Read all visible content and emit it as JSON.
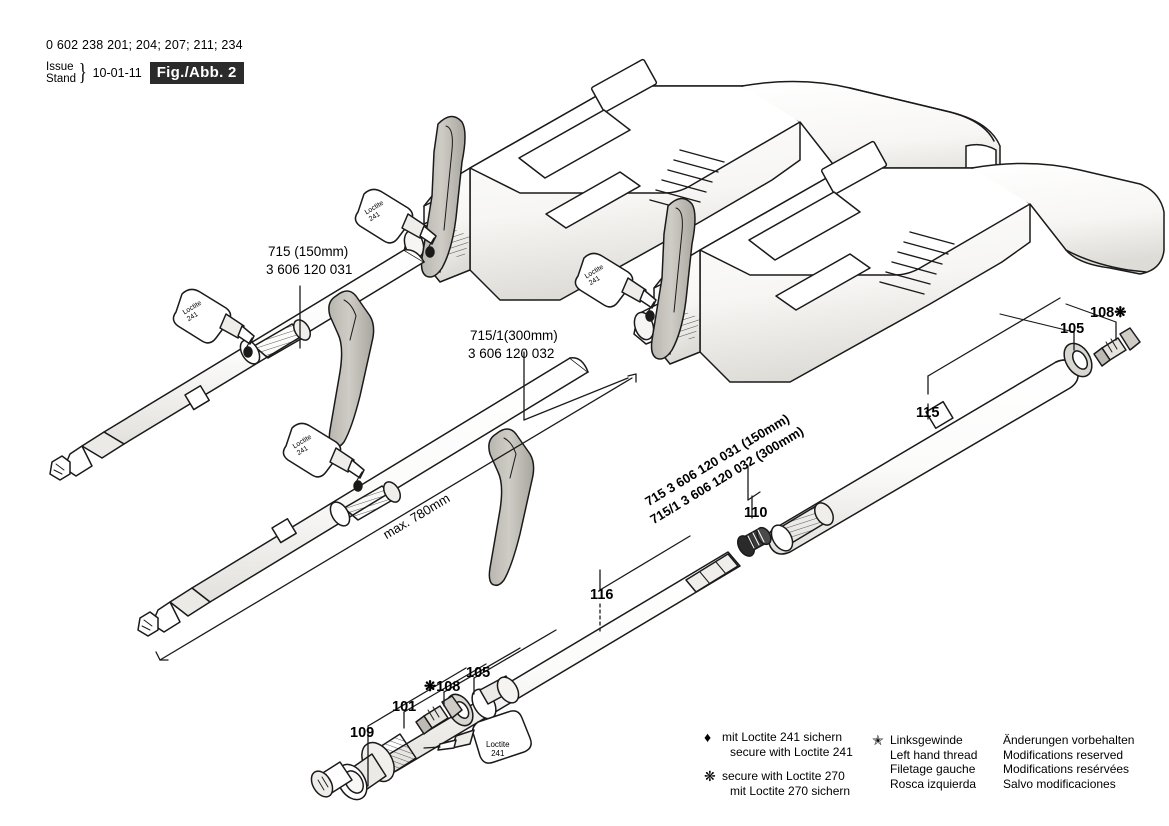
{
  "header": {
    "part_numbers": "0 602 238 201; 204; 207; 211; 234",
    "issue_label": "Issue",
    "stand_label": "Stand",
    "brace": "}",
    "date": "10-01-11",
    "figure_badge": "Fig./Abb. 2"
  },
  "callouts": {
    "c715": {
      "num": "715",
      "size": "(150mm)",
      "code": "3 606 120 031"
    },
    "c715_1": {
      "num": "715/1",
      "size": "(300mm)",
      "code": "3 606 120 032"
    },
    "combined_line1": "715   3 606 120 031 (150mm)",
    "combined_line2": "715/1 3 606 120 032 (300mm)",
    "max_length": "max. 780mm",
    "n101": "101",
    "n105": "105",
    "n105b": "105",
    "n108": "108",
    "n108b": "108",
    "n109": "109",
    "n110": "110",
    "n115": "115",
    "n116": "116"
  },
  "loctite": {
    "brand": "Loctite",
    "grade": "241"
  },
  "legend": {
    "loctite241": {
      "glyph": "loctite-drop-icon",
      "line1": "mit Loctite 241 sichern",
      "line2": "secure with Loctite 241"
    },
    "loctite270": {
      "glyph": "loctite-clover-icon",
      "line1": "secure with Loctite 270",
      "line2": "mit Loctite 270 sichern"
    },
    "left_hand_thread": {
      "glyph": "left-hand-thread-icon",
      "line1": "Linksgewinde",
      "line2": "Left hand thread",
      "line3": "Filetage gauche",
      "line4": "Rosca izquierda"
    },
    "modifications": {
      "line1": "Änderungen vorbehalten",
      "line2": "Modifications reserved",
      "line3": "Modifications resérvées",
      "line4": "Salvo modificaciones"
    }
  },
  "colors": {
    "ink": "#1a1a1a",
    "paper": "#ffffff",
    "shade_light": "#f2f1ef",
    "shade_mid": "#d8d6d2",
    "shade_dark": "#b5b2ad",
    "badge_bg": "#2b2b2b"
  }
}
